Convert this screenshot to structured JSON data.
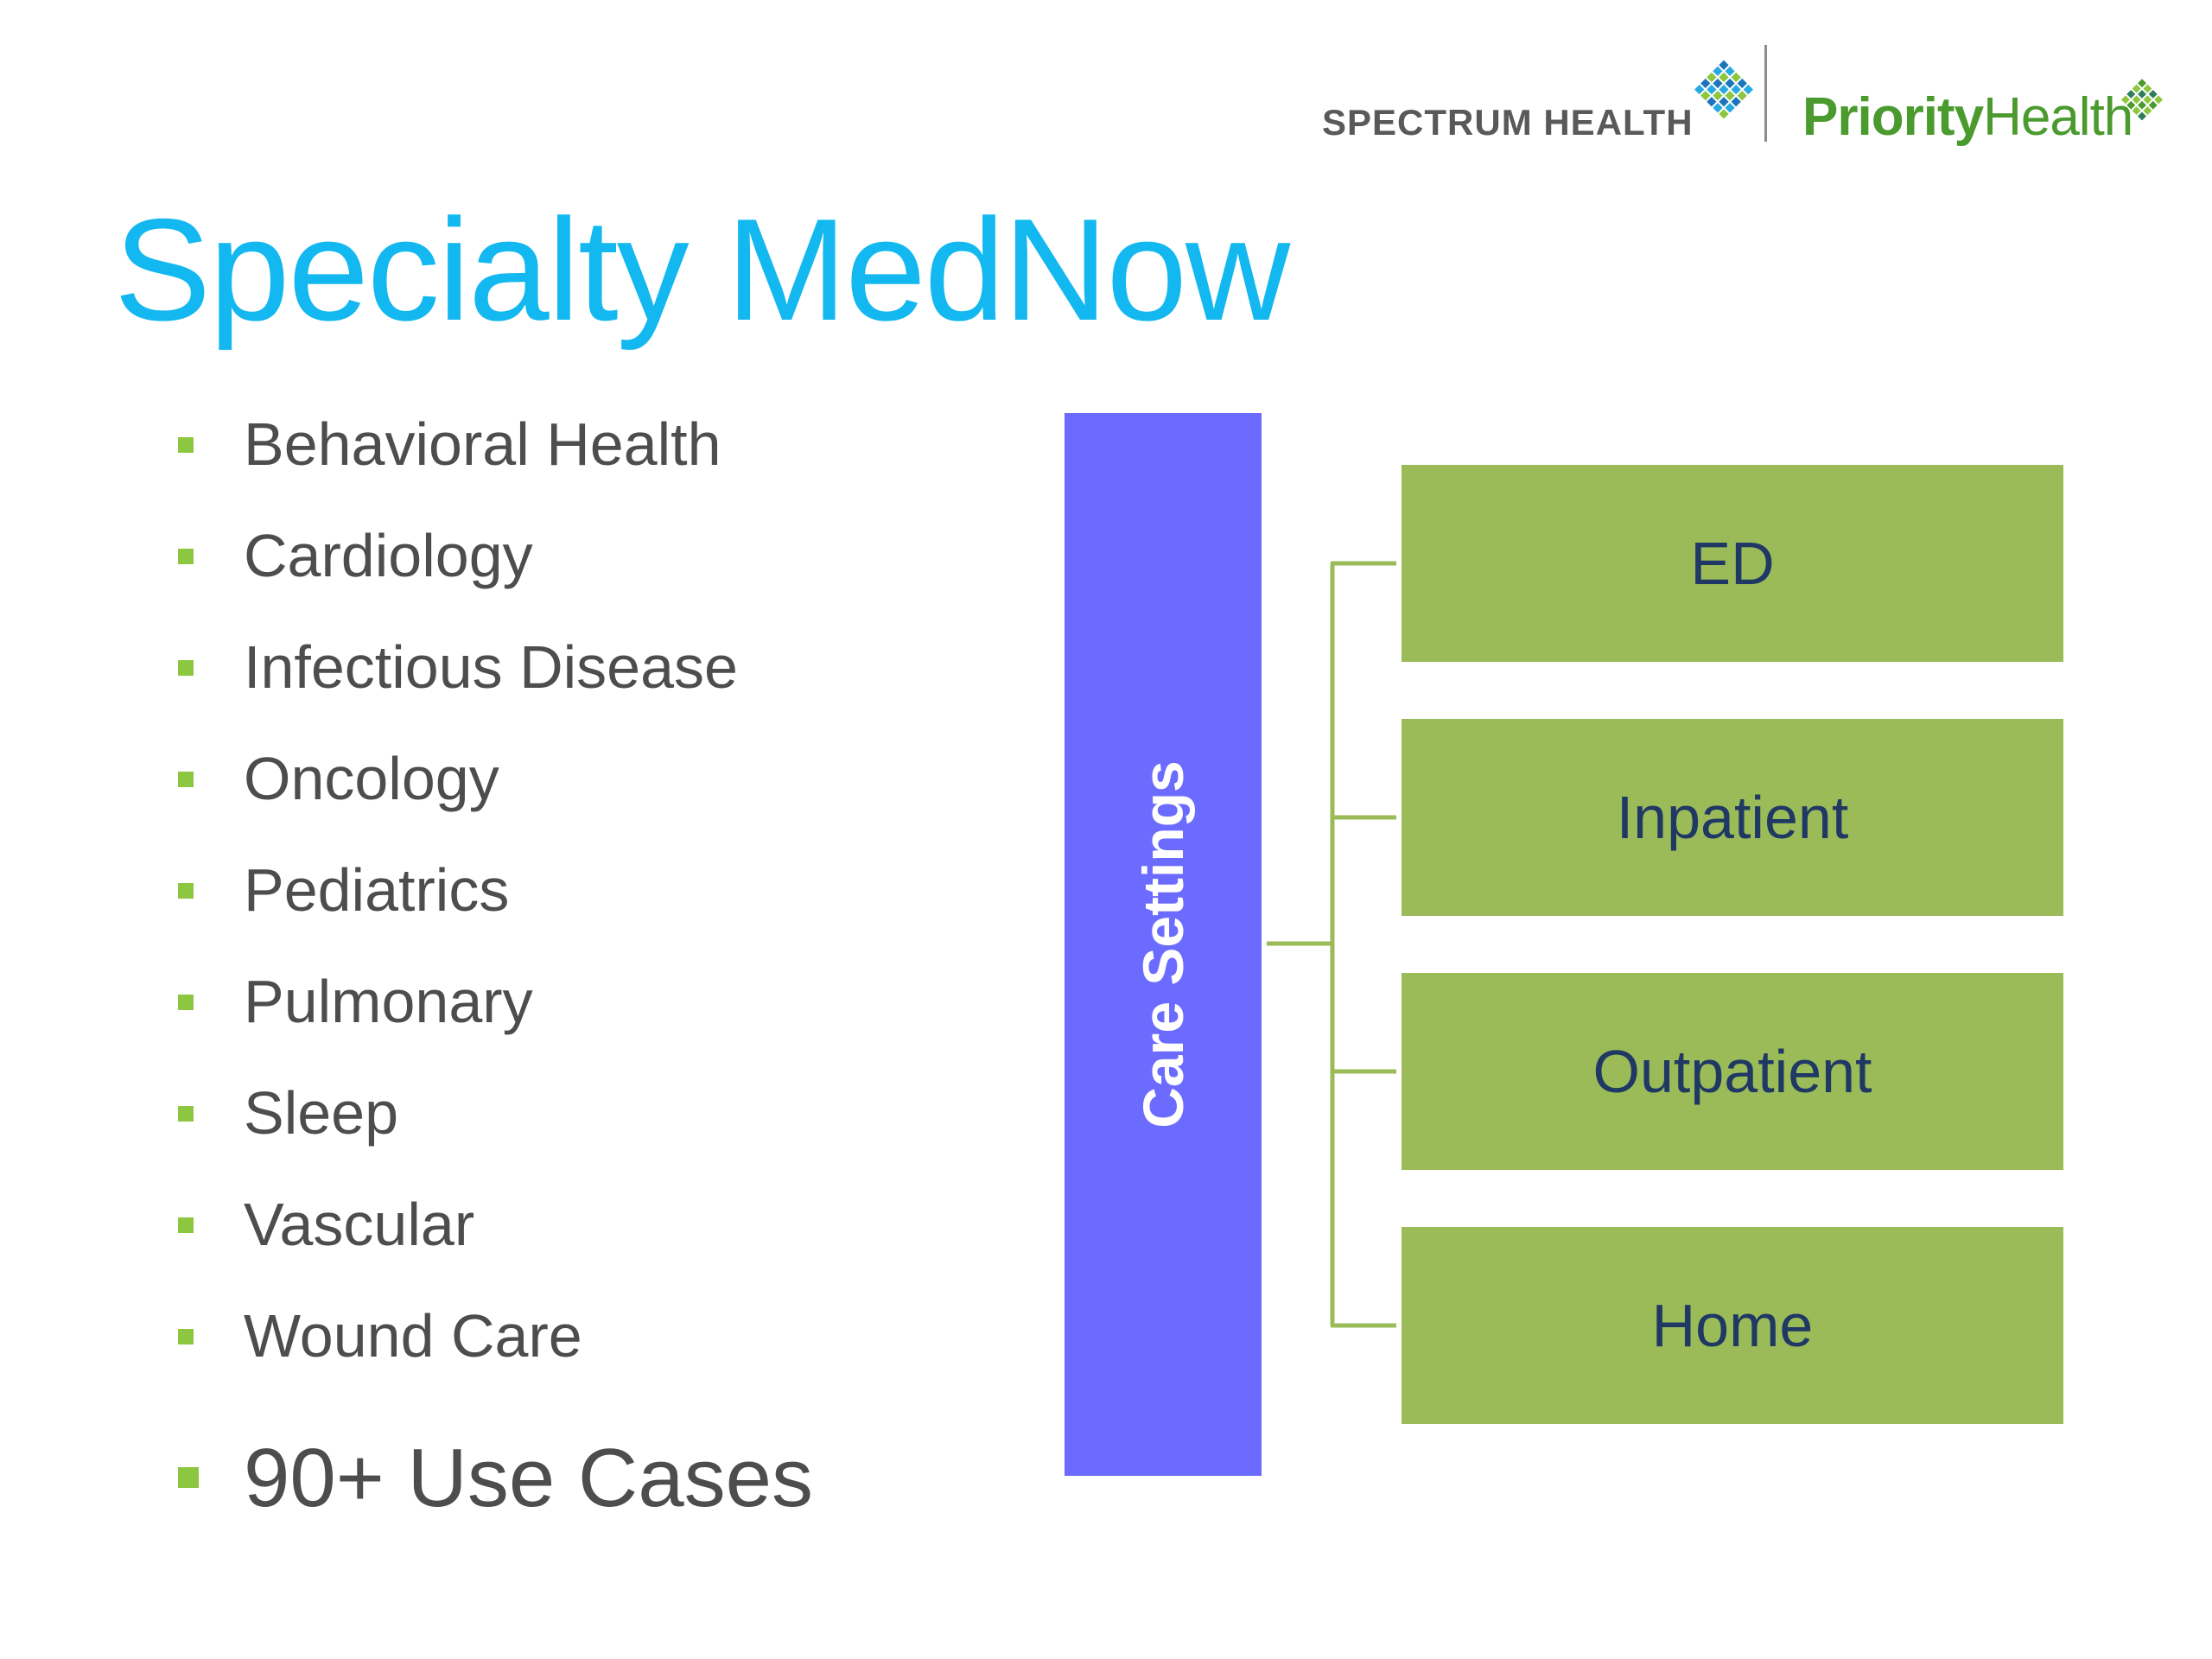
{
  "logos": {
    "spectrum": "SPECTRUM HEALTH",
    "priority_bold": "Priority",
    "priority_regular": "Health"
  },
  "title": "Specialty MedNow",
  "specialties": [
    "Behavioral Health",
    "Cardiology",
    "Infectious Disease",
    "Oncology",
    "Pediatrics",
    "Pulmonary",
    "Sleep",
    "Vascular",
    "Wound Care"
  ],
  "use_cases": "90+ Use Cases",
  "diagram": {
    "root": "Care Settings",
    "children": [
      "ED",
      "Inpatient",
      "Outpatient",
      "Home"
    ]
  },
  "colors": {
    "title": "#12b8ef",
    "bullet": "#8dc63f",
    "root_box": "#6b6bff",
    "child_box": "#9bbb59",
    "child_text": "#1f3864",
    "connector": "#9bbb59"
  }
}
